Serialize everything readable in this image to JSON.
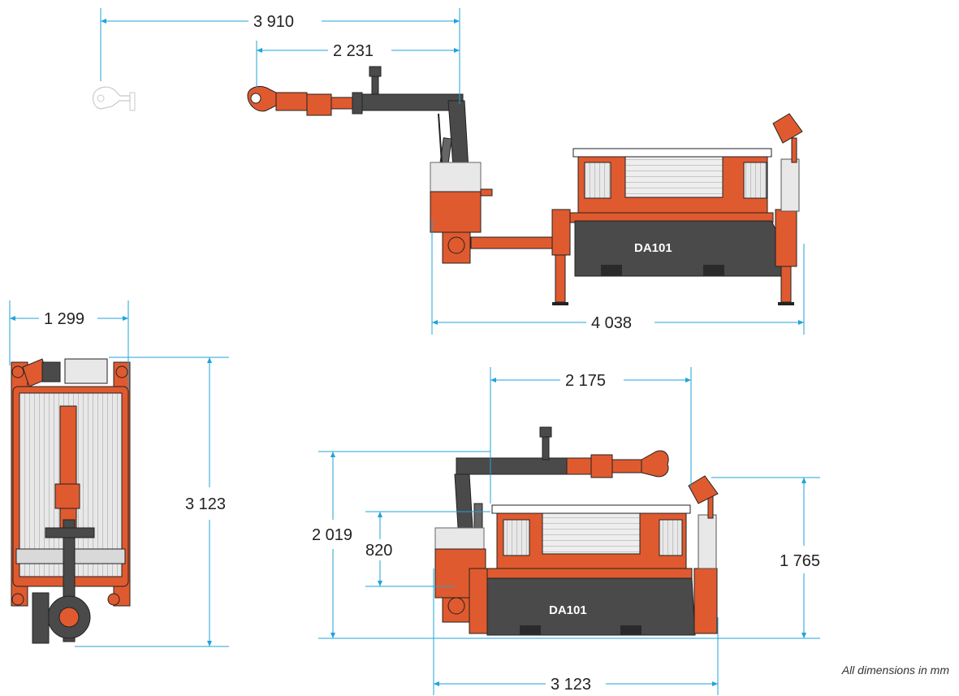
{
  "dimensions": {
    "reach_total": "3 910",
    "reach_arm": "2 231",
    "length_outriggers": "4 038",
    "width": "1 299",
    "length_top": "3 123",
    "arm_offset": "2 175",
    "height_arm": "2 019",
    "height_body": "820",
    "height_panel": "1 765",
    "length_side": "3 123"
  },
  "labels": {
    "model_top_view": "DA101",
    "model_side_view": "DA101"
  },
  "footnote": "All dimensions in mm",
  "colors": {
    "machine_orange": "#e05a2f",
    "machine_dark": "#4a4a4a",
    "radiator_grey": "#d9d9d9",
    "dimension_line": "#1fa3d9"
  }
}
